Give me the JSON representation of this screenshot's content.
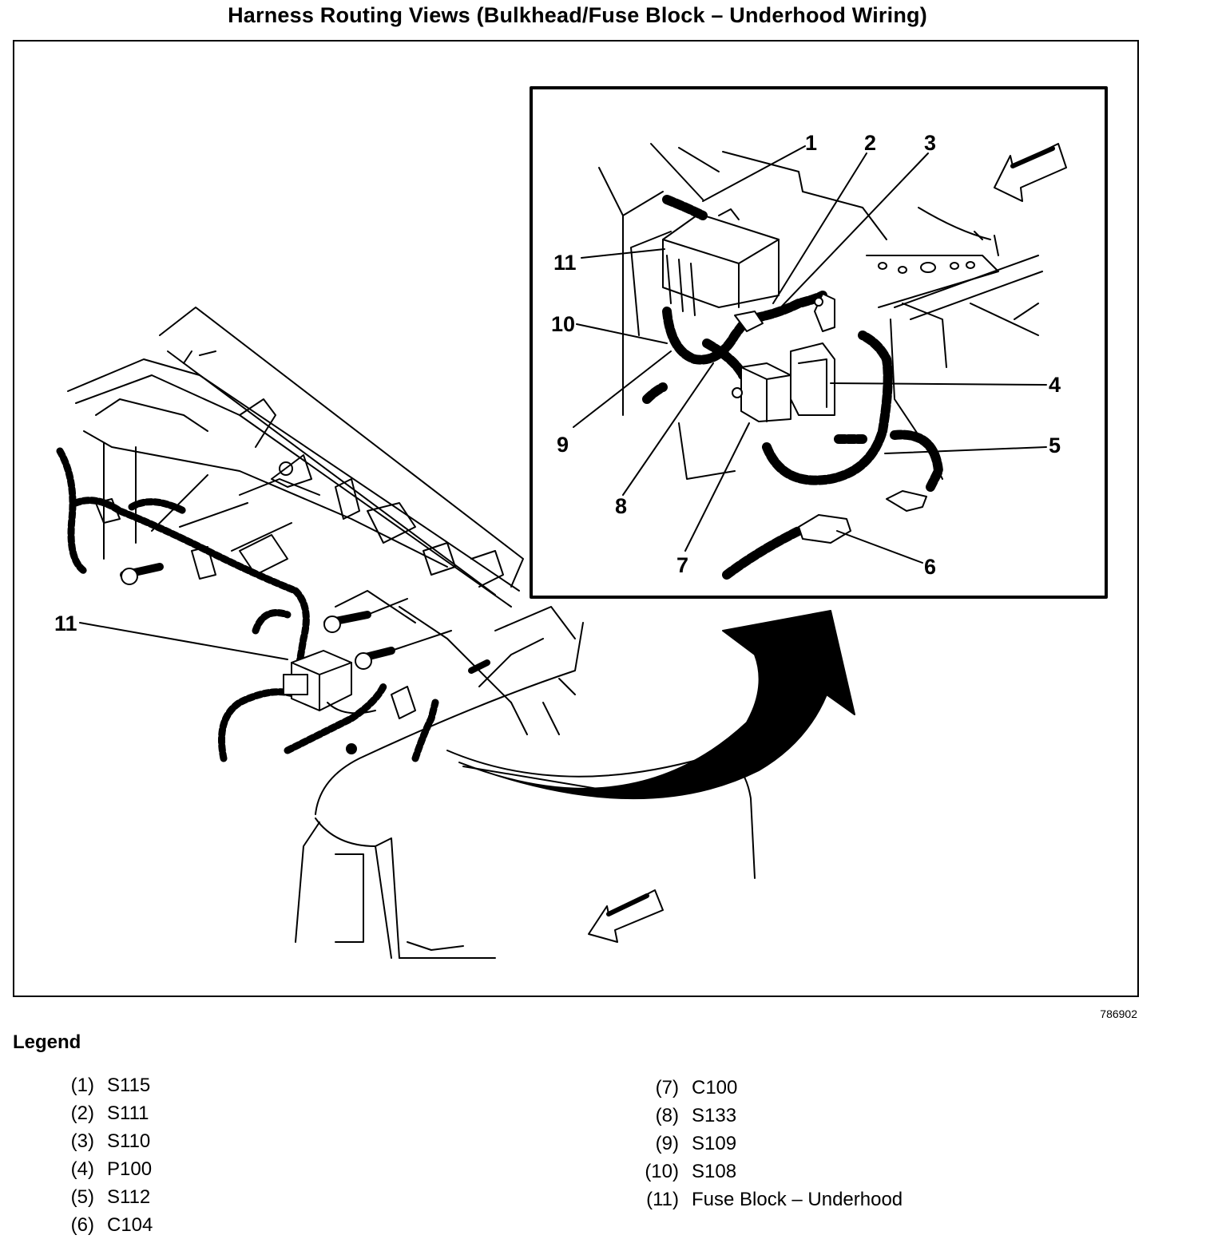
{
  "title": "Harness Routing Views (Bulkhead/Fuse Block – Underhood Wiring)",
  "figure_id": "786902",
  "callouts": {
    "c1": "1",
    "c2": "2",
    "c3": "3",
    "c4": "4",
    "c5": "5",
    "c6": "6",
    "c7": "7",
    "c8": "8",
    "c9": "9",
    "c10": "10",
    "c11_detail": "11",
    "c11_main": "11"
  },
  "legend": {
    "title": "Legend",
    "items": [
      {
        "num": "(1)",
        "label": "S115"
      },
      {
        "num": "(2)",
        "label": "S111"
      },
      {
        "num": "(3)",
        "label": "S110"
      },
      {
        "num": "(4)",
        "label": "P100"
      },
      {
        "num": "(5)",
        "label": "S112"
      },
      {
        "num": "(6)",
        "label": "C104"
      },
      {
        "num": "(7)",
        "label": "C100"
      },
      {
        "num": "(8)",
        "label": "S133"
      },
      {
        "num": "(9)",
        "label": "S109"
      },
      {
        "num": "(10)",
        "label": "S108"
      },
      {
        "num": "(11)",
        "label": "Fuse Block – Underhood"
      }
    ]
  }
}
